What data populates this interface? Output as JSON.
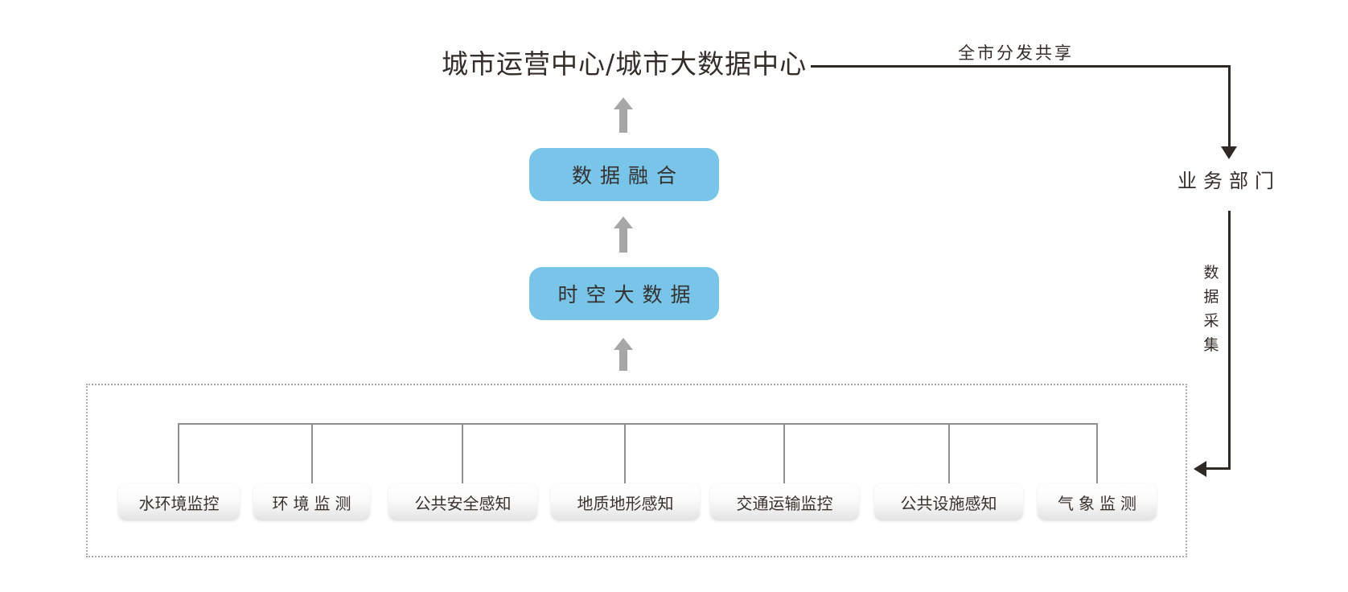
{
  "header": {
    "title": "城市运营中心/城市大数据中心"
  },
  "flow": {
    "share_label": "全市分发共享",
    "department_label": "业务部门",
    "collect_label": "数据采集"
  },
  "pipeline": {
    "fusion_label": "数据融合",
    "spatiotemporal_label": "时空大数据"
  },
  "sensors": {
    "items": [
      {
        "label": "水环境监控"
      },
      {
        "label": "环境监测"
      },
      {
        "label": "公共安全感知"
      },
      {
        "label": "地质地形感知"
      },
      {
        "label": "交通运输监控"
      },
      {
        "label": "公共设施感知"
      },
      {
        "label": "气象监测"
      }
    ]
  },
  "colors": {
    "process_box_blue": "#79c5e9",
    "dark_line": "#2f2a26",
    "gray_arrow": "#a7a7a7",
    "gray_connector": "#8f8f8f",
    "sensor_box_gradient_bottom": "#e3e3e3",
    "text_dark": "#352d29"
  }
}
